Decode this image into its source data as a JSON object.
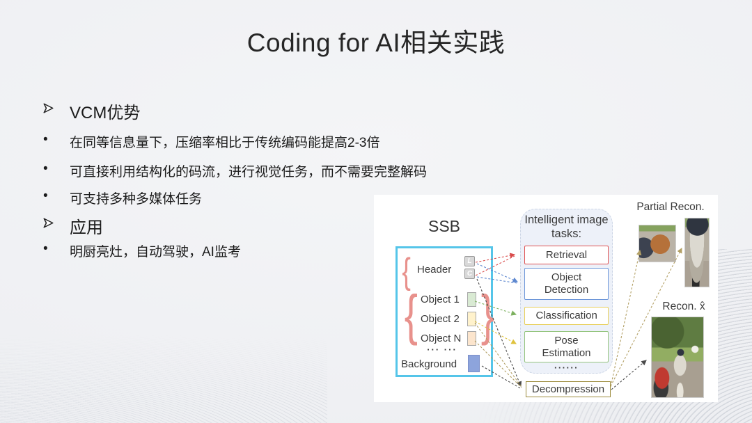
{
  "slide": {
    "title": "Coding for AI相关实践",
    "markers": {
      "arrow": "➢",
      "dot": "•"
    },
    "bullets": [
      {
        "level": 1,
        "text": "VCM优势"
      },
      {
        "level": 2,
        "text": "在同等信息量下，压缩率相比于传统编码能提高2-3倍"
      },
      {
        "level": 2,
        "text": "可直接利用结构化的码流，进行视觉任务，而不需要完整解码"
      },
      {
        "level": 2,
        "text": "可支持多种多媒体任务"
      },
      {
        "level": 1,
        "text": "应用"
      },
      {
        "level": 2,
        "text": "明厨亮灶，自动驾驶，AI监考"
      }
    ]
  },
  "figure": {
    "ssb_title": "SSB",
    "braces": {
      "open": "{",
      "close": "}"
    },
    "header": {
      "label": "Header",
      "chunks": [
        "L",
        "C"
      ]
    },
    "objects": [
      {
        "label": "Object 1",
        "fill": "#d9ead3"
      },
      {
        "label": "Object 2",
        "fill": "#fff2cc"
      },
      {
        "label": "Object N",
        "fill": "#fce5cd"
      }
    ],
    "objects_ellipsis": "··· ···",
    "background_label": "Background",
    "tasks_title": "Intelligent image tasks:",
    "tasks": [
      {
        "label": "Retrieval",
        "border": "#e05252"
      },
      {
        "label": "Object Detection",
        "border": "#6c96d8"
      },
      {
        "label": "Classification",
        "border": "#e8cf5a"
      },
      {
        "label": "Pose Estimation",
        "border": "#93c47d"
      }
    ],
    "tasks_ellipsis": "······",
    "decompression_label": "Decompression",
    "partial_recon_label": "Partial Recon.",
    "recon_label": "Recon. x̂"
  },
  "colors": {
    "slide_background": "#f0f1f4",
    "ssb_box_border": "#55c5e9",
    "brace": "#e8918c",
    "header_chunk_fill": "#d8d8d8",
    "background_chunk_fill": "#8da4dc",
    "tasks_panel_fill": "#edf1f9",
    "decompression_border": "#9b8a3a",
    "arrow_red": "#d94a4a",
    "arrow_blue": "#5b86cf",
    "arrow_green": "#7cb05e",
    "arrow_yellow": "#dfc23c",
    "arrow_tan": "#b3a065",
    "arrow_black": "#4a4a4a"
  }
}
